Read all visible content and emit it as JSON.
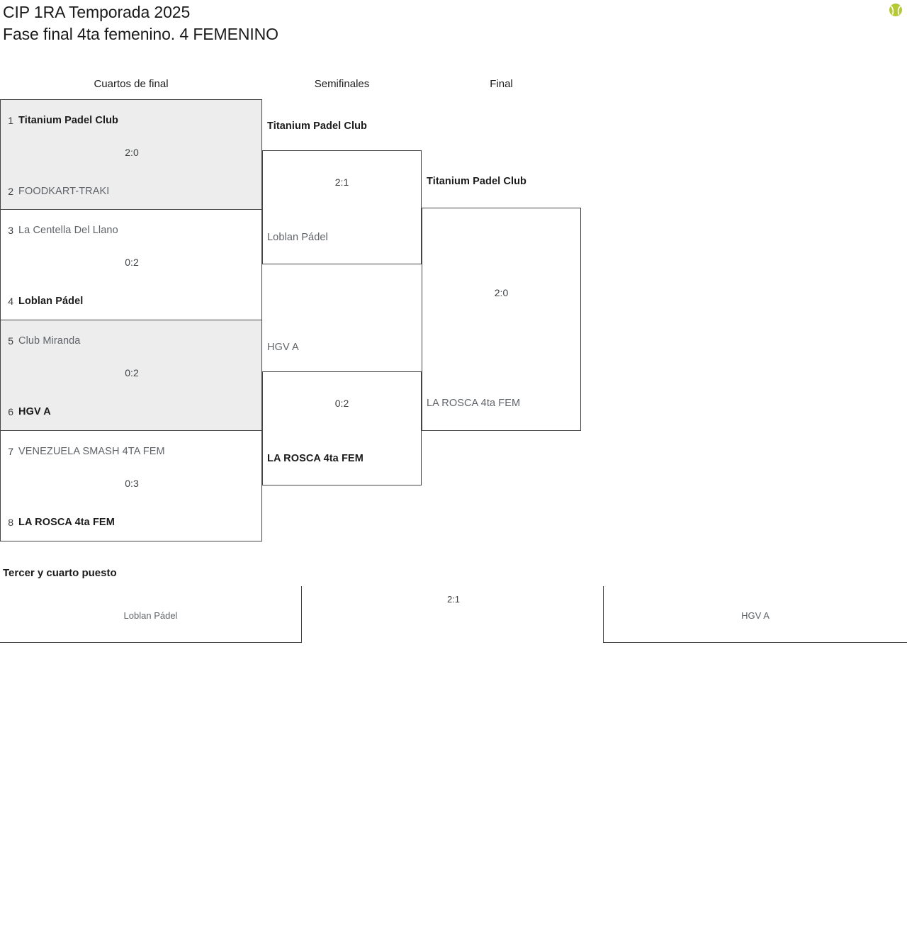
{
  "header": {
    "title_line1": "CIP 1RA Temporada 2025",
    "title_line2": "Fase final 4ta femenino. 4 FEMENINO",
    "logo_icon": "tennis-ball-icon",
    "logo_color": "#b5c935"
  },
  "rounds": [
    {
      "label": "Cuartos de final"
    },
    {
      "label": "Semifinales"
    },
    {
      "label": "Final"
    }
  ],
  "quarterfinals": [
    {
      "shaded": true,
      "top": {
        "seed": "1",
        "team": "Titanium Padel Club",
        "winner": true
      },
      "bottom": {
        "seed": "2",
        "team": "FOODKART-TRAKI",
        "winner": false
      },
      "score": "2:0"
    },
    {
      "shaded": false,
      "top": {
        "seed": "3",
        "team": "La Centella Del Llano",
        "winner": false
      },
      "bottom": {
        "seed": "4",
        "team": "Loblan Pádel",
        "winner": true
      },
      "score": "0:2"
    },
    {
      "shaded": true,
      "top": {
        "seed": "5",
        "team": "Club Miranda",
        "winner": false
      },
      "bottom": {
        "seed": "6",
        "team": "HGV A",
        "winner": true
      },
      "score": "0:2"
    },
    {
      "shaded": false,
      "top": {
        "seed": "7",
        "team": "VENEZUELA SMASH 4TA FEM",
        "winner": false
      },
      "bottom": {
        "seed": "8",
        "team": "LA ROSCA 4ta FEM",
        "winner": true
      },
      "score": "0:3"
    }
  ],
  "semifinals": [
    {
      "top": {
        "team": "Titanium Padel Club",
        "winner": true
      },
      "bottom": {
        "team": "Loblan Pádel",
        "winner": false
      },
      "score": "2:1"
    },
    {
      "top": {
        "team": "HGV A",
        "winner": false
      },
      "bottom": {
        "team": "LA ROSCA 4ta FEM",
        "winner": true
      },
      "score": "0:2"
    }
  ],
  "final": {
    "top": {
      "team": "Titanium Padel Club",
      "winner": true
    },
    "bottom": {
      "team": "LA ROSCA 4ta FEM",
      "winner": false
    },
    "score": "2:0"
  },
  "third_place": {
    "title": "Tercer y cuarto puesto",
    "left_team": "Loblan Pádel",
    "right_team": "HGV A",
    "score": "2:1"
  }
}
